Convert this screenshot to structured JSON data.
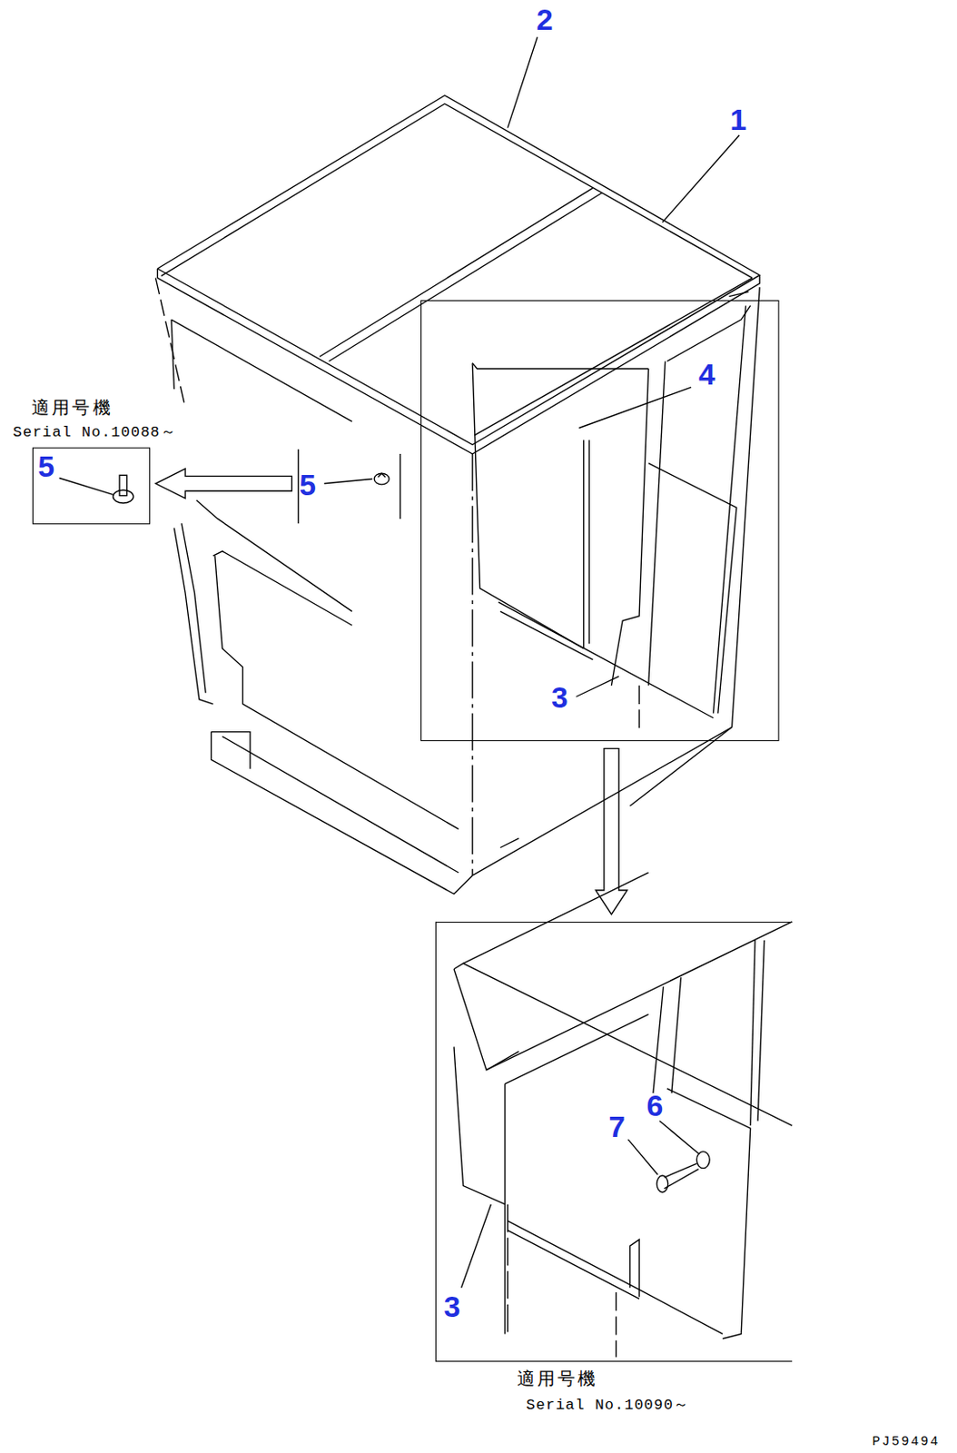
{
  "diagram": {
    "nodes": [
      {
        "text": [
          "4",
          "3"
        ]
      },
      {
        "text": [
          "5"
        ]
      },
      {
        "text": [
          "6",
          "7",
          "3"
        ]
      }
    ],
    "edges": [
      {
        "from": 0,
        "to": 2,
        "arrow": "to"
      }
    ],
    "labels": [
      "1",
      "2",
      "5",
      "適用号機",
      "Serial No.10088～",
      "適用号機",
      "Serial No.10090～",
      "PJ59494"
    ]
  }
}
